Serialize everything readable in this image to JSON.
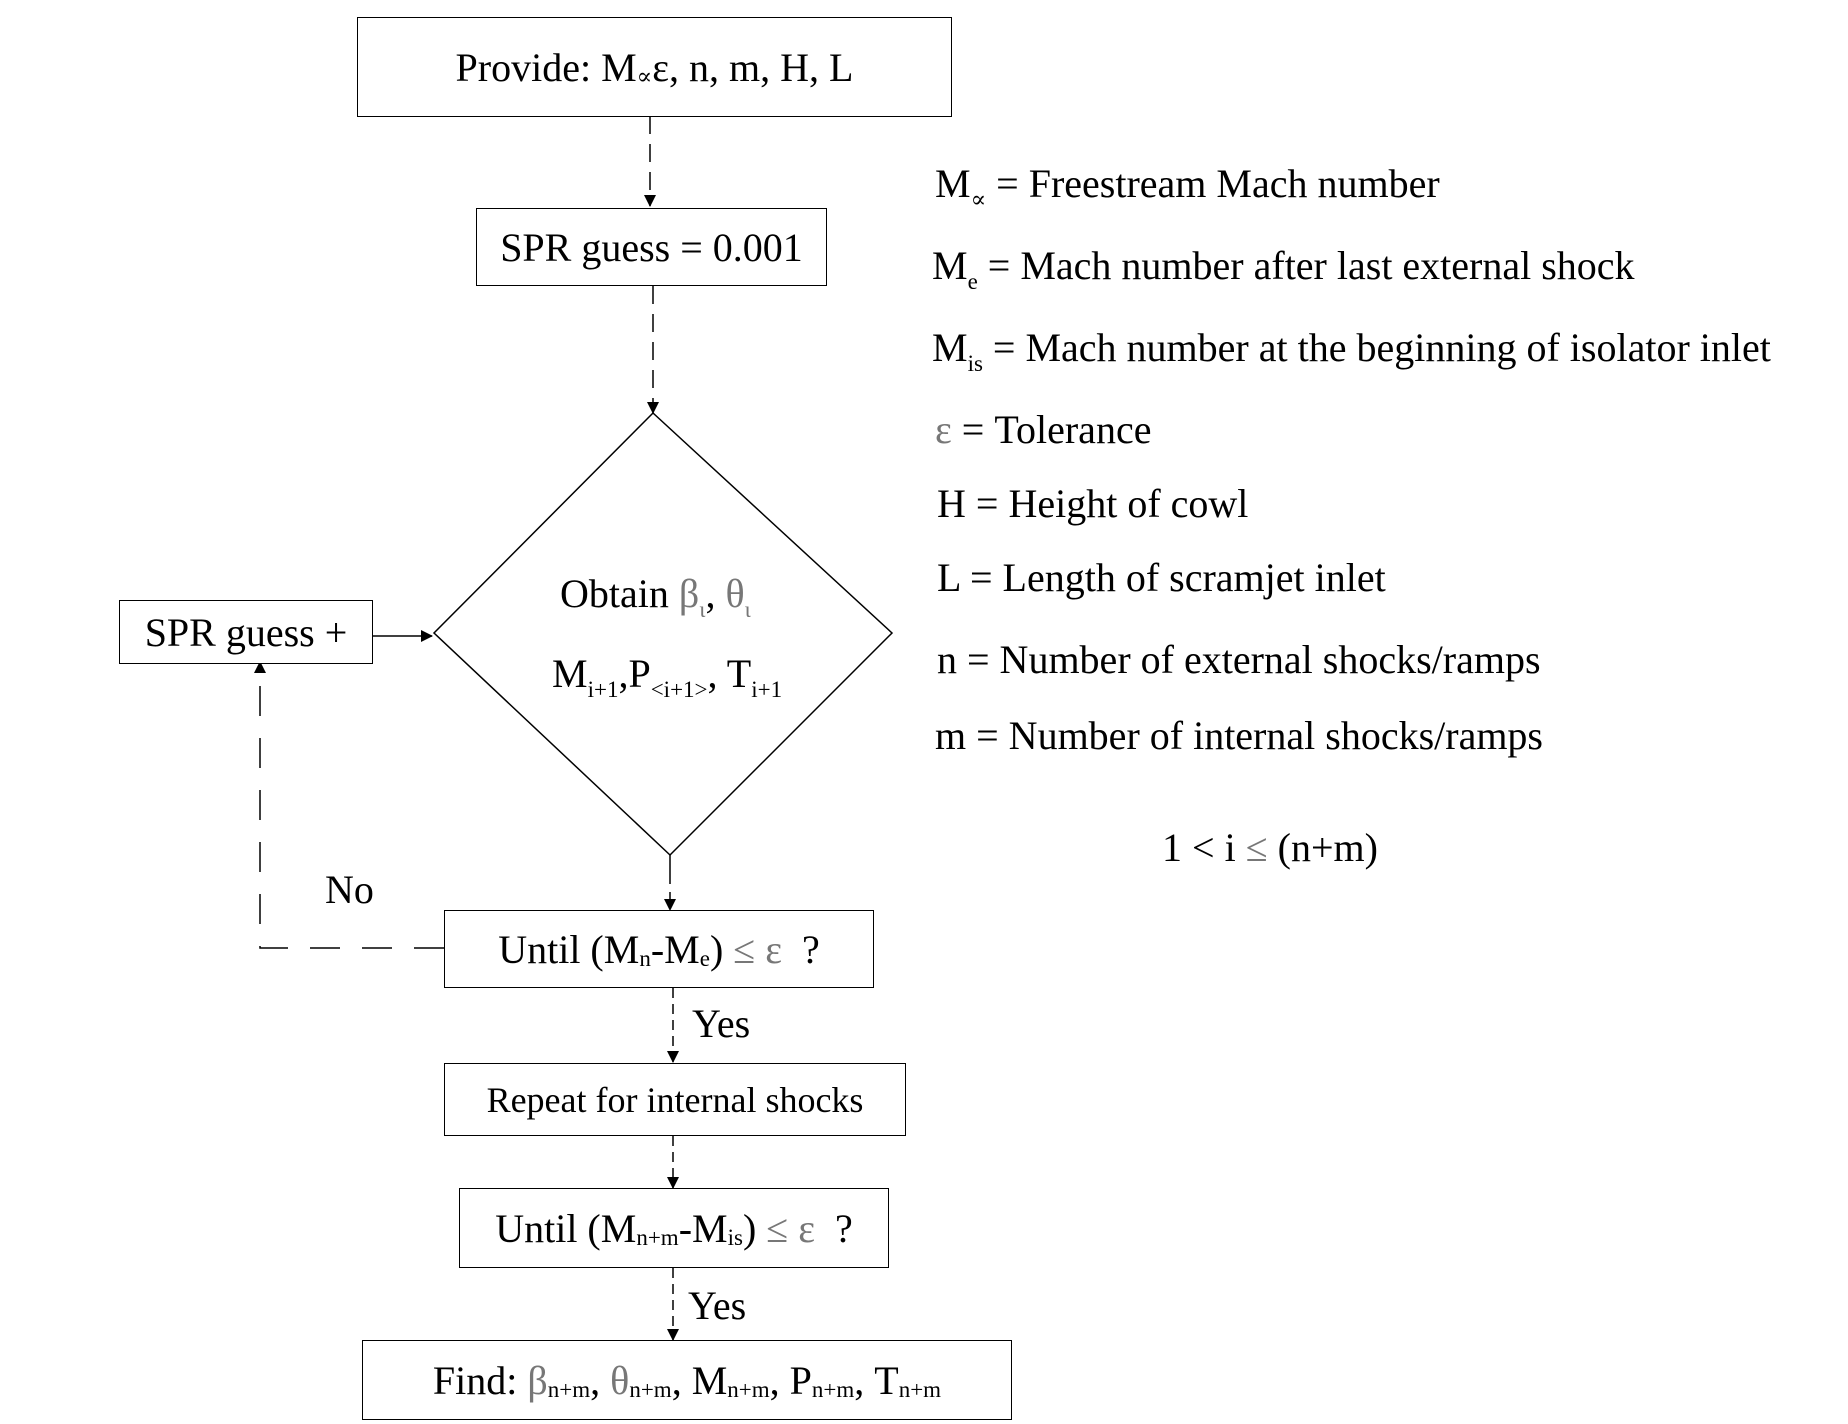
{
  "provide": {
    "label": "Provide: M",
    "sub": "∝",
    "rest": "ε, n, m, H, L"
  },
  "spr_guess": {
    "label": "SPR guess = 0.001"
  },
  "spr_plus": {
    "label": "SPR guess +"
  },
  "decision": {
    "obtain": "Obtain",
    "beta": "β",
    "beta_sub": "ι",
    "comma": ",",
    "theta": "θ",
    "theta_sub": "ι",
    "m": "M",
    "m_sub": "i+1",
    "p": ",P",
    "p_sub": "<i+1>",
    "t": ", T",
    "t_sub": "i+1"
  },
  "until1": {
    "a": "Until (M",
    "a_sub": "n",
    "b": "-M",
    "b_sub": "e",
    "c": ")",
    "leq": "≤",
    "eps": "ε",
    "q": "?"
  },
  "repeat": {
    "label": "Repeat for internal shocks"
  },
  "until2": {
    "a": "Until (M",
    "a_sub": "n+m",
    "b": "-M",
    "b_sub": "is",
    "c": ")",
    "leq": "≤",
    "eps": "ε",
    "q": "?"
  },
  "find": {
    "label": "Find:",
    "beta": "β",
    "beta_sub": "n+m",
    "theta": "θ",
    "theta_sub": "n+m",
    "m": "M",
    "m_sub": "n+m",
    "p": "P",
    "p_sub": "n+m",
    "t": "T",
    "t_sub": "n+m",
    "sep": ","
  },
  "labels": {
    "no": "No",
    "yes1": "Yes",
    "yes2": "Yes"
  },
  "legend": [
    {
      "sym": "M",
      "sub": "∝",
      "text": " = Freestream Mach number"
    },
    {
      "sym": "M",
      "sub": "e",
      "text": " = Mach number after last external shock"
    },
    {
      "sym": "M",
      "sub": "is",
      "text": " = Mach number at the beginning of isolator inlet"
    },
    {
      "sym": "ε",
      "sub": "",
      "text": " = Tolerance"
    },
    {
      "sym": "H",
      "sub": "",
      "text": " = Height of cowl"
    },
    {
      "sym": "L",
      "sub": "",
      "text": " = Length of scramjet inlet"
    },
    {
      "sym": "n",
      "sub": "",
      "text": " = Number of external shocks/ramps"
    },
    {
      "sym": "m",
      "sub": "",
      "text": " = Number of internal shocks/ramps"
    }
  ],
  "range": {
    "a": "1",
    "lt": "<",
    "i": "i",
    "leq": "≤",
    "b": "(n+m)"
  }
}
